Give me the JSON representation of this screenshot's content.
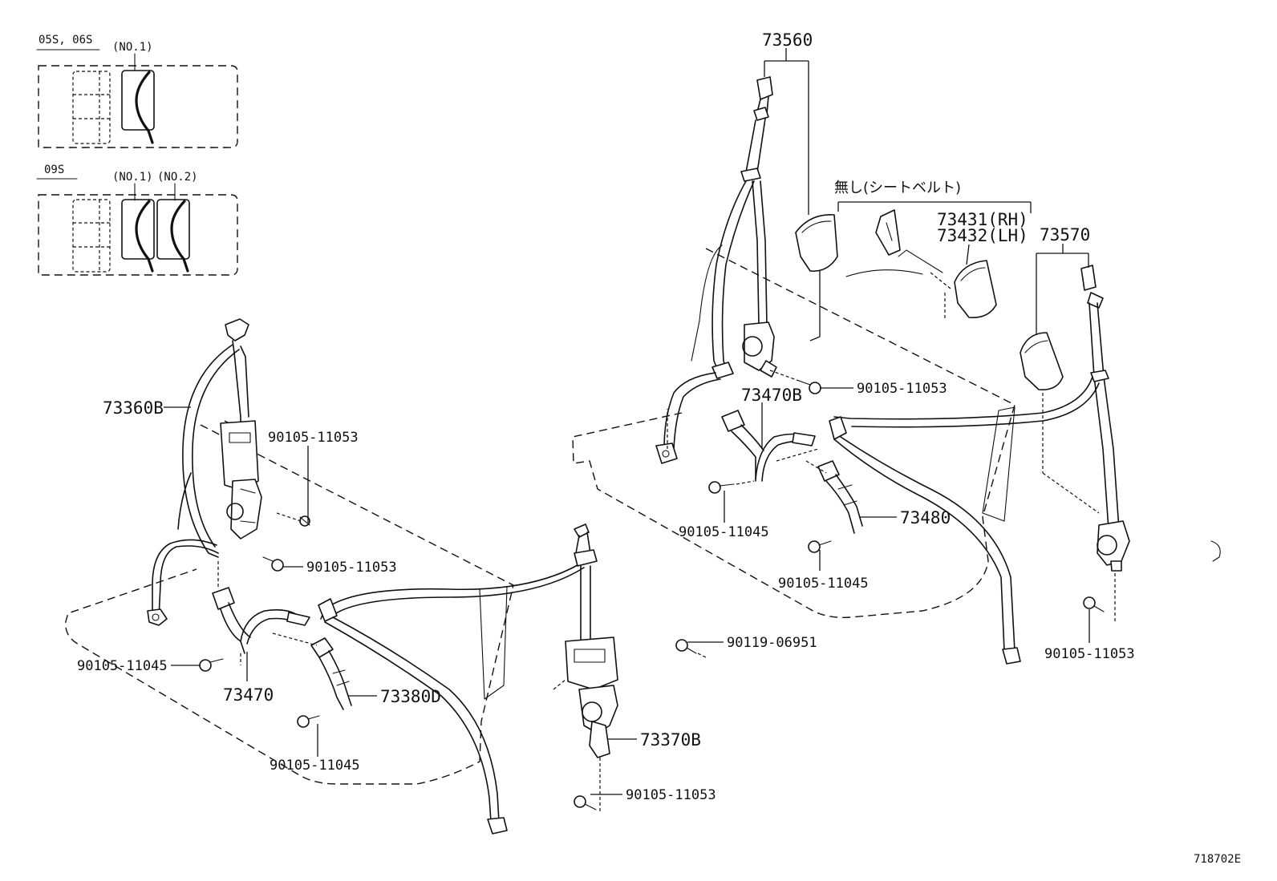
{
  "variants": {
    "a": {
      "label": "05S, 06S",
      "no1": "(NO.1)"
    },
    "b": {
      "label": "09S",
      "no1": "(NO.1)",
      "no2": "(NO.2)"
    }
  },
  "not_included": {
    "label": "無し(シートベルト)"
  },
  "parts": {
    "p73560": "73560",
    "p73431": "73431(RH)",
    "p73432": "73432(LH)",
    "p73570": "73570",
    "p73360B": "73360B",
    "p73470B": "73470B",
    "p73480": "73480",
    "p73470": "73470",
    "p73380D": "73380D",
    "p73370B": "73370B"
  },
  "bolts": {
    "b1": "90105-11053",
    "b2": "90105-11053",
    "b3": "90105-11053",
    "b4": "90105-11045",
    "b5": "90105-11045",
    "b6": "90105-11045",
    "b7": "90105-11045",
    "b8": "90119-06951",
    "b9": "90105-11053",
    "b10": "90105-11053"
  },
  "diagram_id": "718702E"
}
